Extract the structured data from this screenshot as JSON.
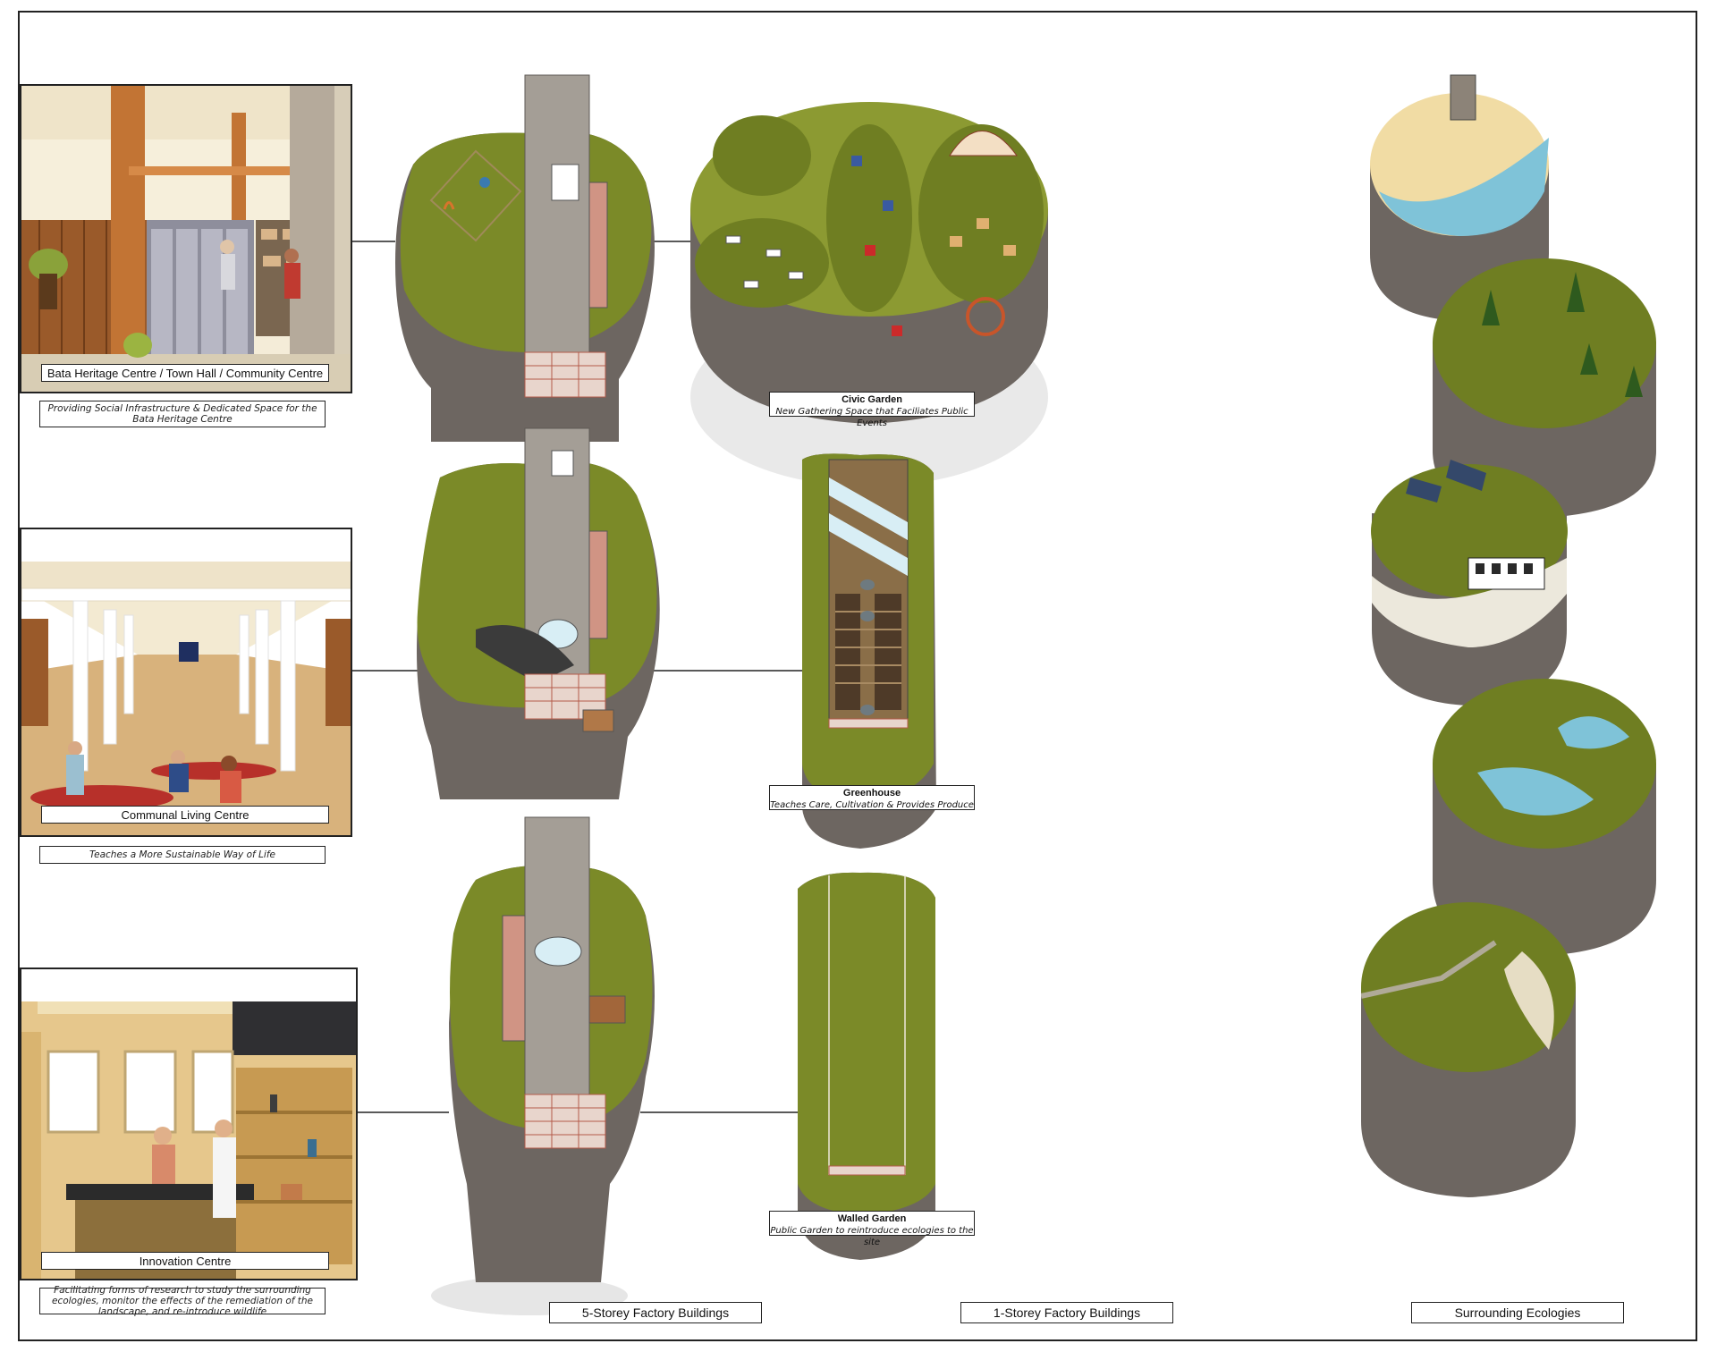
{
  "interiors": [
    {
      "title": "Bata Heritage Centre / Town Hall / Community Centre",
      "caption": "Providing Social Infrastructure & Dedicated Space for the Bata Heritage Centre"
    },
    {
      "title": "Communal Living Centre",
      "caption": "Teaches a More Sustainable Way of Life"
    },
    {
      "title": "Innovation Centre",
      "caption": "Facilitating forms of research to study the surrounding ecologies, monitor the effects of the remediation of the landscape, and re-introduce wildlife"
    }
  ],
  "callouts": {
    "civic": {
      "title": "Civic Garden",
      "subtitle": "New  Gathering Space that Faciliates Public Events"
    },
    "greenhouse": {
      "title": "Greenhouse",
      "subtitle": "Teaches Care, Cultivation & Provides Produce"
    },
    "walled": {
      "title": "Walled Garden",
      "subtitle": "Public Garden to reintroduce ecologies to the site"
    }
  },
  "columns": {
    "five_storey": "5-Storey Factory Buildings",
    "one_storey": "1-Storey Factory Buildings",
    "ecologies": "Surrounding Ecologies"
  },
  "colors": {
    "grass": "#7c8a2a",
    "grass_dark": "#5f6b1e",
    "earth": "#6b6460",
    "earth_dark": "#58524e",
    "roof": "#a39d95",
    "brick": "#c88a7a",
    "sand": "#f0dca8",
    "water": "#7fc3d8"
  }
}
